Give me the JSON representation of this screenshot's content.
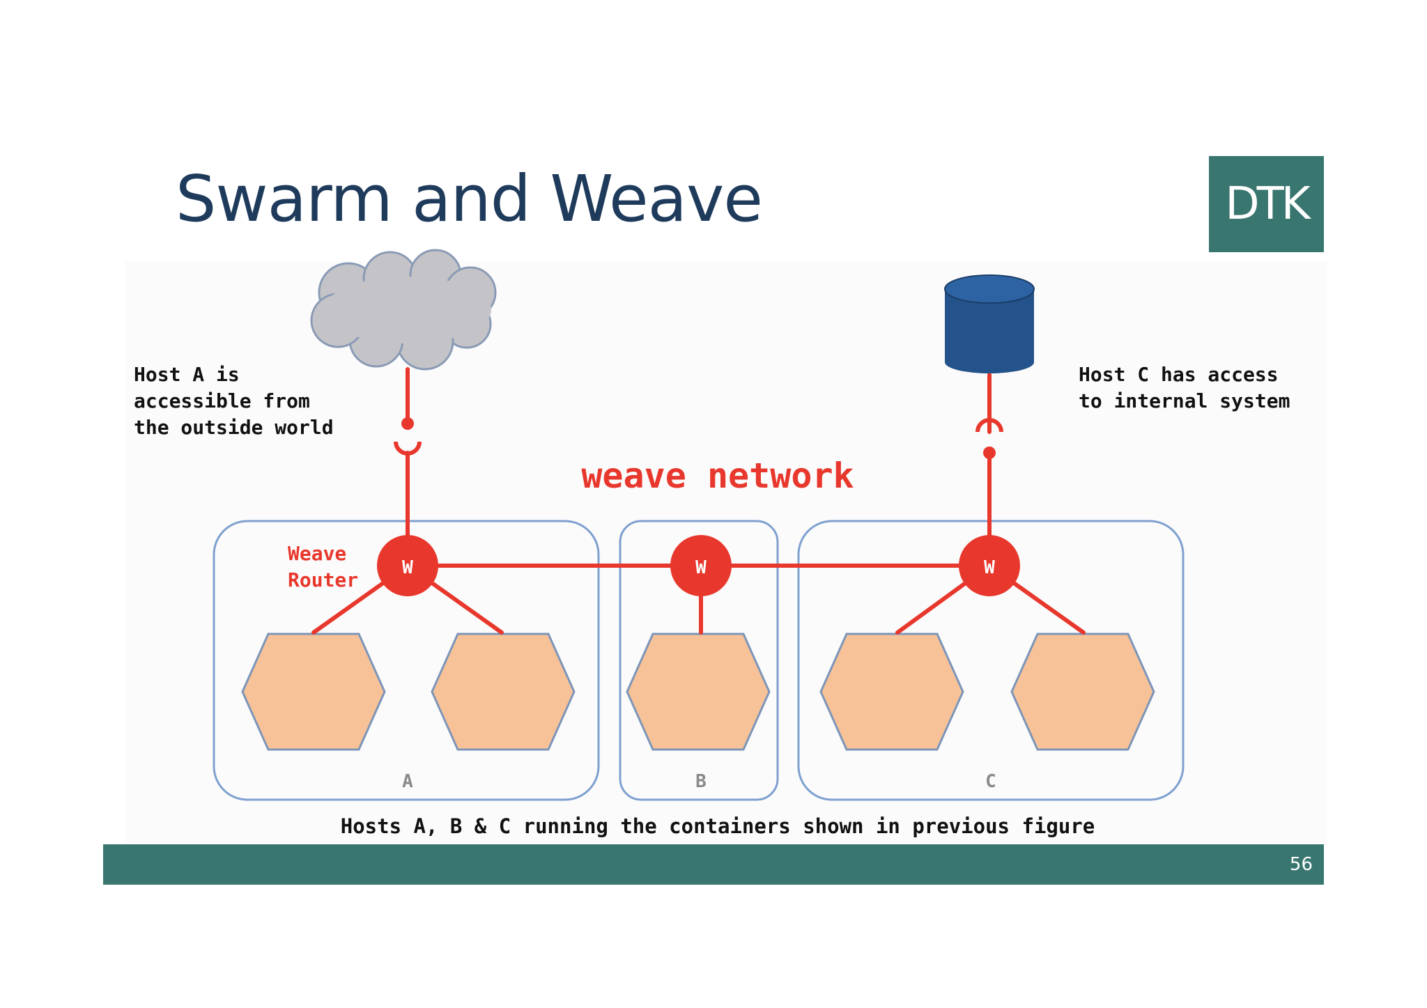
{
  "slide": {
    "title": "Swarm and Weave",
    "logo_text": "DTK",
    "page_number": "56"
  },
  "diagram": {
    "network_label": "weave network",
    "host_a_note": [
      "Host A is",
      "accessible from",
      "the outside world"
    ],
    "host_c_note": [
      "Host C has access",
      "to internal system"
    ],
    "router_label": [
      "Weave",
      "Router"
    ],
    "router_glyph": "W",
    "host_labels": [
      "A",
      "B",
      "C"
    ],
    "caption": "Hosts A, B & C running the containers shown in previous figure",
    "colors": {
      "network_red": "#e8372c",
      "container_fill": "#f7c298",
      "host_border": "#7ea0cf",
      "cloud_fill": "#c4c4c8",
      "database_fill": "#24528a",
      "accent_teal": "#3a7670",
      "title_navy": "#1f3b5c"
    }
  }
}
